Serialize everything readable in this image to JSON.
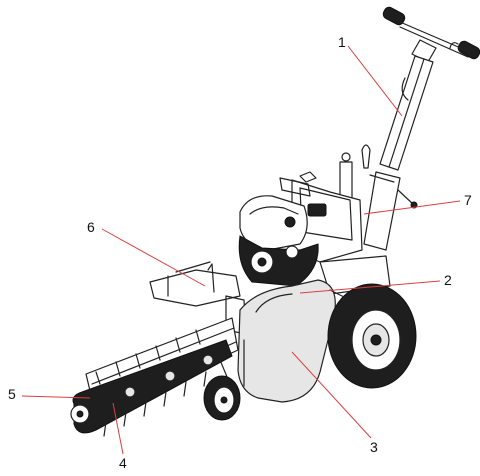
{
  "callouts": [
    {
      "id": "1",
      "text": "1"
    },
    {
      "id": "2",
      "text": "2"
    },
    {
      "id": "3",
      "text": "3"
    },
    {
      "id": "4",
      "text": "4"
    },
    {
      "id": "5",
      "text": "5"
    },
    {
      "id": "6",
      "text": "6"
    },
    {
      "id": "7",
      "text": "7"
    }
  ],
  "colors": {
    "leader": "#d94040",
    "ink": "#222222",
    "background": "#ffffff"
  },
  "icons": [
    "trencher-machine-illustration"
  ]
}
